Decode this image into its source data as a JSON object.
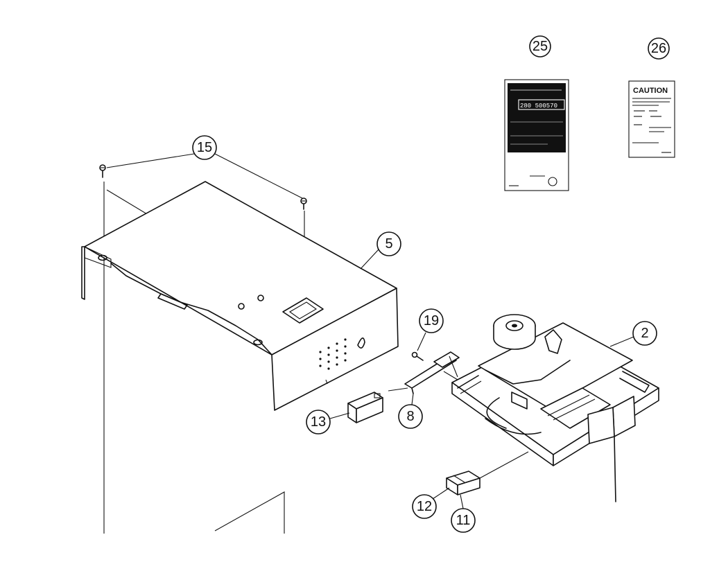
{
  "callouts": {
    "c25": "25",
    "c26": "26",
    "c15": "15",
    "c5": "5",
    "c19": "19",
    "c2": "2",
    "c13": "13",
    "c8": "8",
    "c12": "12",
    "c11": "11"
  },
  "labels": {
    "serial_label_number": "280 500570",
    "caution_label_title": "CAUTION"
  },
  "colors": {
    "ink": "#111111",
    "paper": "#ffffff"
  }
}
